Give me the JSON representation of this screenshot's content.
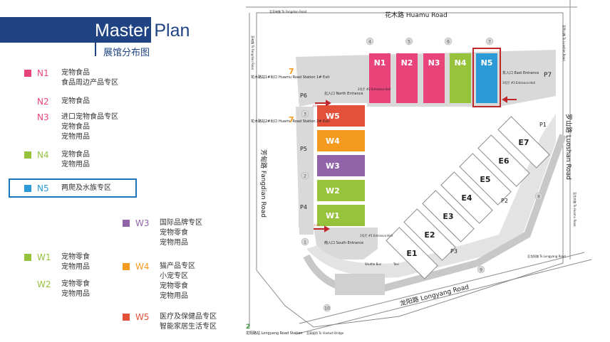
{
  "title": {
    "word1": "Master",
    "word2": "Plan",
    "subtitle": "展馆分布图"
  },
  "legend": [
    {
      "code": "N1",
      "color": "#e8447a",
      "lines": [
        "宠物食品",
        "食品周边产品专区"
      ]
    },
    {
      "code": "N2",
      "color": "#e8447a",
      "lines": [
        "宠物食品"
      ]
    },
    {
      "code": "N3",
      "color": "#e8447a",
      "lines": [
        "进口宠物食品专区",
        "宠物食品",
        "宠物用品"
      ]
    },
    {
      "code": "N4",
      "color": "#97c23c",
      "lines": [
        "宠物食品",
        "宠物用品"
      ]
    },
    {
      "code": "N5",
      "color": "#2b9ad6",
      "lines": [
        "两爬及水族专区"
      ],
      "highlighted": true
    },
    {
      "code": "W3",
      "color": "#9163a8",
      "lines": [
        "国际品牌专区",
        "宠物零食",
        "宠物用品"
      ]
    },
    {
      "code": "W1",
      "color": "#97c23c",
      "lines": [
        "宠物零食",
        "宠物用品"
      ]
    },
    {
      "code": "W4",
      "color": "#f39a1f",
      "lines": [
        "猫产品专区",
        "小宠专区",
        "宠物零食",
        "宠物用品"
      ]
    },
    {
      "code": "W2",
      "color": "#97c23c",
      "lines": [
        "宠物零食",
        "宠物用品"
      ]
    },
    {
      "code": "W5",
      "color": "#e4513b",
      "lines": [
        "医疗及保健品专区",
        "智能家居生活专区"
      ]
    }
  ],
  "map": {
    "roads": {
      "north": "花木路 Huamu Road",
      "east": "罗山路 Luoshan Road",
      "west": "芳甸路 Fangdian Road",
      "south": "龙阳路 Longyang Road"
    },
    "halls_north": [
      "N1",
      "N2",
      "N3",
      "N4",
      "N5"
    ],
    "halls_west": [
      "W5",
      "W4",
      "W3",
      "W2",
      "W1"
    ],
    "halls_east": [
      "E7",
      "E6",
      "E5",
      "E4",
      "E3",
      "E2",
      "E1"
    ],
    "parking": [
      "P1",
      "P2",
      "P3",
      "P4",
      "P5",
      "P6",
      "P7"
    ],
    "gate_numbers": [
      "1",
      "2",
      "3",
      "4",
      "5",
      "6",
      "7",
      "8",
      "9",
      "10"
    ],
    "entrances": {
      "north": "北入口 North Entrance",
      "south": "南入口 South Entrance",
      "east": "东入口 East Entrance",
      "hall1": "1号厅 #1 Entrance Hall",
      "hall2": "2号厅 #2 Entrance Hall",
      "hall3": "3号厅 #3 Entrance Hall"
    },
    "metro": {
      "exit1": "花木路站1#出口 Huamu Road Station 1# Exit",
      "exit2": "花木路站2#出口 Huamu Road Station 2# Exit",
      "line": "7",
      "longyang_station": "龙阳路站 Longyang Road Station",
      "longyang_line": "2"
    },
    "small_labels": {
      "fangdian_road_top": "芳甸路 To Fangdian Road",
      "top_left": "至芳甸路 To Fangdian Road",
      "top_right": "至罗山路 To Luoshan Road",
      "bottom_right": "至龙阳路 To Longyang Road",
      "bottom_bridge": "至高架桥 To Viaduct Bridge",
      "right_side": "至花木路 To Huamu Road",
      "shuttle": "Shuttle Bus",
      "taxi": "Taxi",
      "entry_arrow": "入口",
      "entry_arrow2": "入口"
    }
  }
}
